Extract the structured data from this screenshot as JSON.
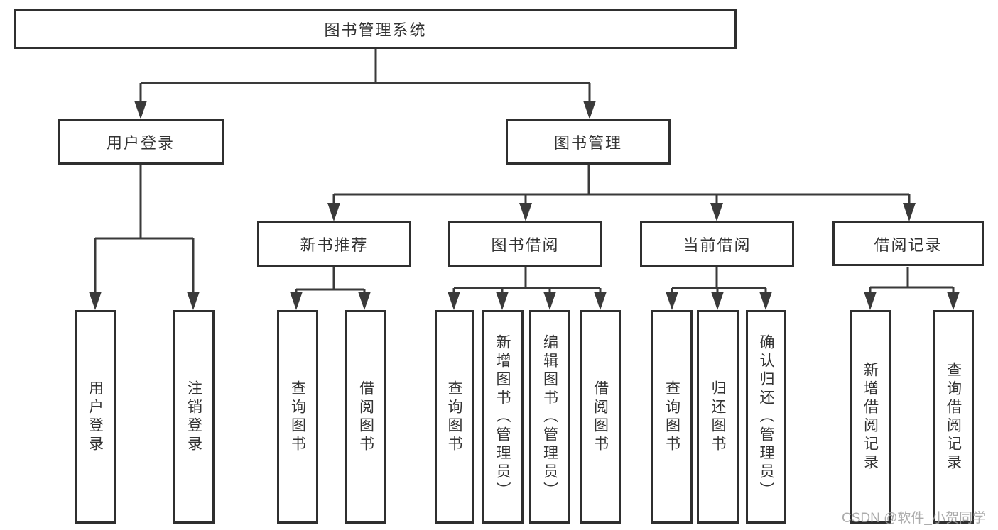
{
  "nodes": {
    "root": {
      "label": "图书管理系统"
    },
    "level2": [
      {
        "label": "用户登录"
      },
      {
        "label": "图书管理"
      }
    ],
    "level3": [
      {
        "label": "新书推荐"
      },
      {
        "label": "图书借阅"
      },
      {
        "label": "当前借阅"
      },
      {
        "label": "借阅记录"
      }
    ],
    "leaves": {
      "user_login": [
        {
          "label": "用户登录"
        },
        {
          "label": "注销登录"
        }
      ],
      "new_books": [
        {
          "label": "查询图书"
        },
        {
          "label": "借阅图书"
        }
      ],
      "book_borrow": [
        {
          "label": "查询图书"
        },
        {
          "label": "新增图书（管理员）"
        },
        {
          "label": "编辑图书（管理员）"
        },
        {
          "label": "借阅图书"
        }
      ],
      "current_borrow": [
        {
          "label": "查询图书"
        },
        {
          "label": "归还图书"
        },
        {
          "label": "确认归还（管理员）"
        }
      ],
      "borrow_records": [
        {
          "label": "新增借阅记录"
        },
        {
          "label": "查询借阅记录"
        }
      ]
    }
  },
  "watermark": {
    "text": "CSDN @软件_小贺同学"
  },
  "colors": {
    "line": "#3a3a3a",
    "box_border": "#2f2f2f",
    "box_fill": "#ffffff",
    "text": "#333333",
    "watermark": "#9e9e9e",
    "background": "#ffffff"
  }
}
